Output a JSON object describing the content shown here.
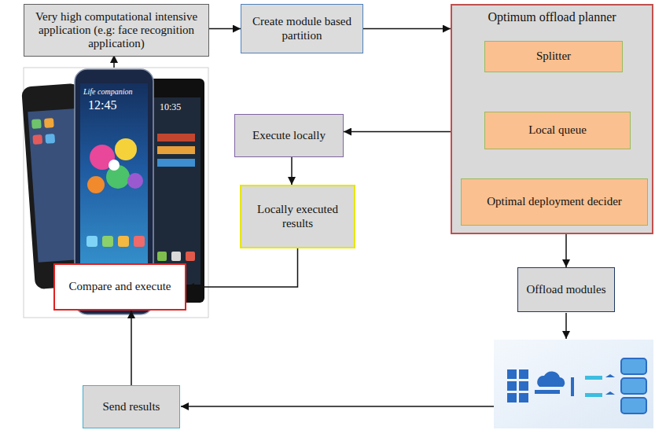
{
  "diagram": {
    "nodes": [
      {
        "text": [
          "Very high computational intensive application (e.g: face recognition application)"
        ]
      },
      {
        "text": [
          "Create module based partition"
        ]
      },
      {
        "text": [
          "Optimum offload planner"
        ]
      },
      {
        "text": [
          "Splitter"
        ],
        "in": 2
      },
      {
        "text": [
          "Local queue"
        ],
        "in": 2
      },
      {
        "text": [
          "Optimal deployment decider"
        ],
        "in": 2
      },
      {
        "text": [
          "Execute locally"
        ]
      },
      {
        "text": [
          "Locally executed results"
        ]
      },
      {
        "text": [
          "Compare and execute"
        ]
      },
      {
        "text": [
          "Offload modules"
        ]
      },
      {
        "text": [
          "Send results"
        ]
      }
    ],
    "edges": [
      {
        "from": 0,
        "to": 1,
        "arrow": "to"
      },
      {
        "from": 1,
        "to": 2,
        "arrow": "to"
      },
      {
        "from": 3,
        "to": 4,
        "arrow": "none"
      },
      {
        "from": 3,
        "to": 5,
        "arrow": "to"
      },
      {
        "from": 4,
        "to": 6,
        "arrow": "to"
      },
      {
        "from": 6,
        "to": 7,
        "arrow": "to"
      },
      {
        "from": 7,
        "to": 8,
        "arrow": "to"
      },
      {
        "from": 2,
        "to": 9,
        "arrow": "to"
      },
      {
        "from": 10,
        "to": 8,
        "arrow": "to"
      }
    ],
    "labels": [
      "Life companion",
      "12:45",
      "10:35"
    ]
  }
}
